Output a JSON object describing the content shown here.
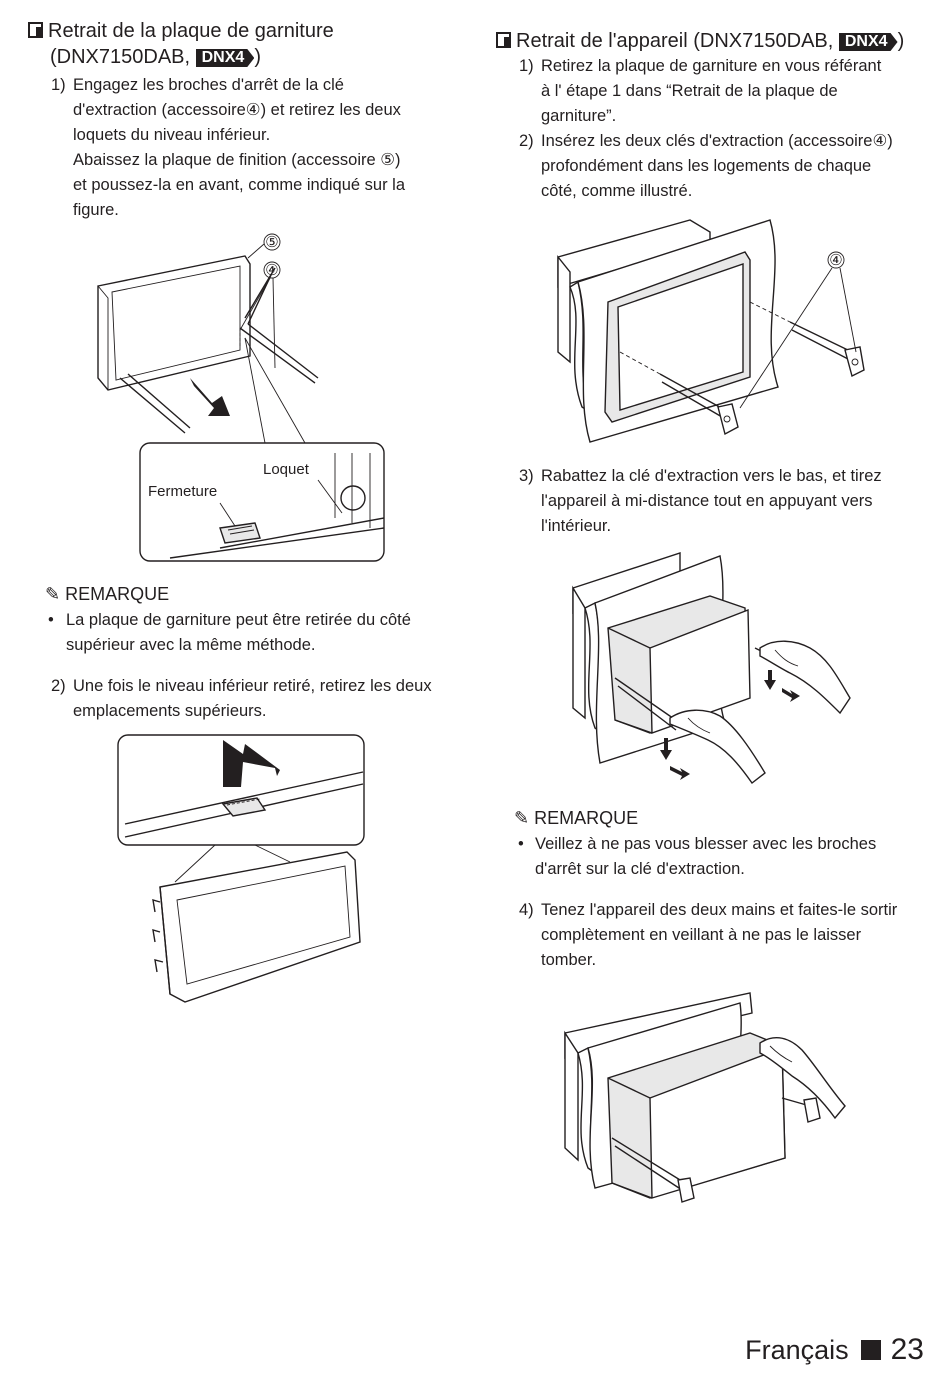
{
  "left": {
    "title_line1": "Retrait de la plaque de garniture",
    "title_line2_prefix": "(DNX7150DAB, ",
    "title_badge": "DNX4",
    "title_line2_suffix": ")",
    "step1_num": "1)",
    "step1_lines": [
      "Engagez les broches d'arrêt de la clé",
      "d'extraction (accessoire④) et retirez les deux",
      "loquets du niveau inférieur.",
      "Abaissez la plaque de finition (accessoire ⑤)",
      "et poussez-la en avant, comme indiqué sur la",
      "figure."
    ],
    "fig1_callout_5": "⑤",
    "fig1_callout_4": "④",
    "fig1_label_loquet": "Loquet",
    "fig1_label_fermeture": "Fermeture",
    "note_heading": "REMARQUE",
    "note_bullet": "•",
    "note_lines": [
      "La plaque de garniture peut être retirée du côté",
      "supérieur avec la même méthode."
    ],
    "step2_num": "2)",
    "step2_lines": [
      "Une fois le niveau inférieur retiré, retirez les deux",
      "emplacements supérieurs."
    ]
  },
  "right": {
    "title_prefix": "Retrait de l'appareil (DNX7150DAB, ",
    "title_badge": "DNX4",
    "title_suffix": ")",
    "step1_num": "1)",
    "step1_lines": [
      "Retirez la plaque de garniture en vous référant",
      "à l' étape 1 dans “Retrait de la plaque de",
      "garniture”."
    ],
    "step2_num": "2)",
    "step2_lines": [
      "Insérez les deux clés d'extraction (accessoire④)",
      "profondément dans les logements de chaque",
      "côté, comme illustré."
    ],
    "fig_callout_4": "④",
    "step3_num": "3)",
    "step3_lines": [
      "Rabattez la clé d'extraction vers le bas, et tirez",
      "l'appareil à mi-distance tout en appuyant vers",
      "l'intérieur."
    ],
    "note_heading": "REMARQUE",
    "note_bullet": "•",
    "note_lines": [
      "Veillez à ne pas vous blesser avec les broches",
      "d'arrêt sur la clé d'extraction."
    ],
    "step4_num": "4)",
    "step4_lines": [
      "Tenez l'appareil des deux mains et faites-le sortir",
      "complètement en veillant à ne pas le laisser",
      "tomber."
    ]
  },
  "footer": {
    "language": "Français",
    "page_number": "23"
  }
}
